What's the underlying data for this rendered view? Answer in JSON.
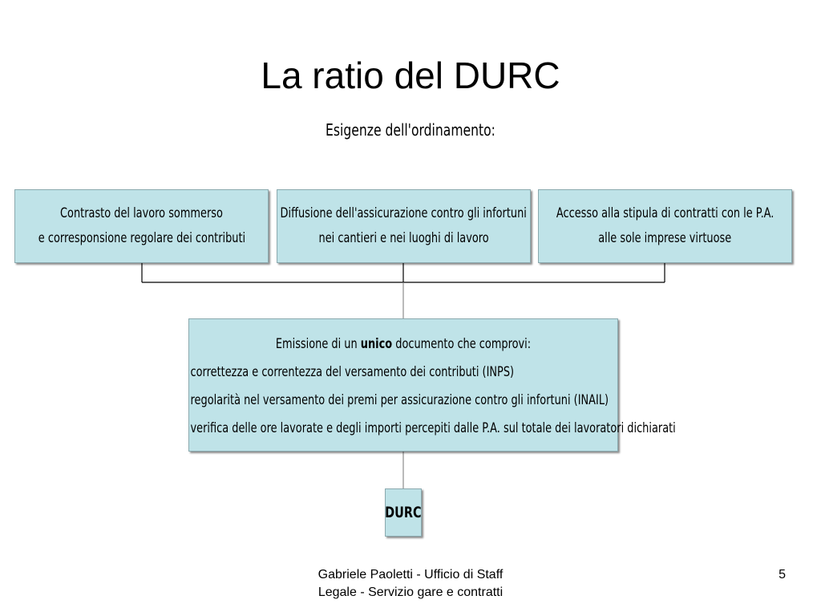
{
  "slide": {
    "title": "La ratio del DURC",
    "subtitle": "Esigenze dell'ordinamento:",
    "page_number": "5"
  },
  "diagram": {
    "top_boxes": [
      {
        "line1": "Contrasto del lavoro sommerso",
        "line2": "e corresponsione regolare dei contributi"
      },
      {
        "line1": "Diffusione dell'assicurazione contro gli infortuni",
        "line2": "nei cantieri e nei luoghi di lavoro"
      },
      {
        "line1": "Accesso alla stipula di contratti con le P.A.",
        "line2": "alle sole imprese virtuose"
      }
    ],
    "main_box": {
      "head_before": "Emissione di un ",
      "head_bold": "unico",
      "head_after": " documento che comprovi:",
      "items": [
        "correttezza e correntezza del versamento dei contributi (INPS)",
        "regolarità nel versamento dei premi per assicurazione contro gli infortuni (INAIL)",
        "verifica delle ore lavorate e degli importi percepiti dalle P.A. sul totale dei lavoratori dichiarati"
      ]
    },
    "result_box": "DURC",
    "colors": {
      "box_fill": "#bfe3e8",
      "connector": "#000000"
    }
  },
  "footer": {
    "line1": "Gabriele Paoletti - Ufficio di Staff",
    "line2": "Legale - Servizio gare e contratti"
  }
}
